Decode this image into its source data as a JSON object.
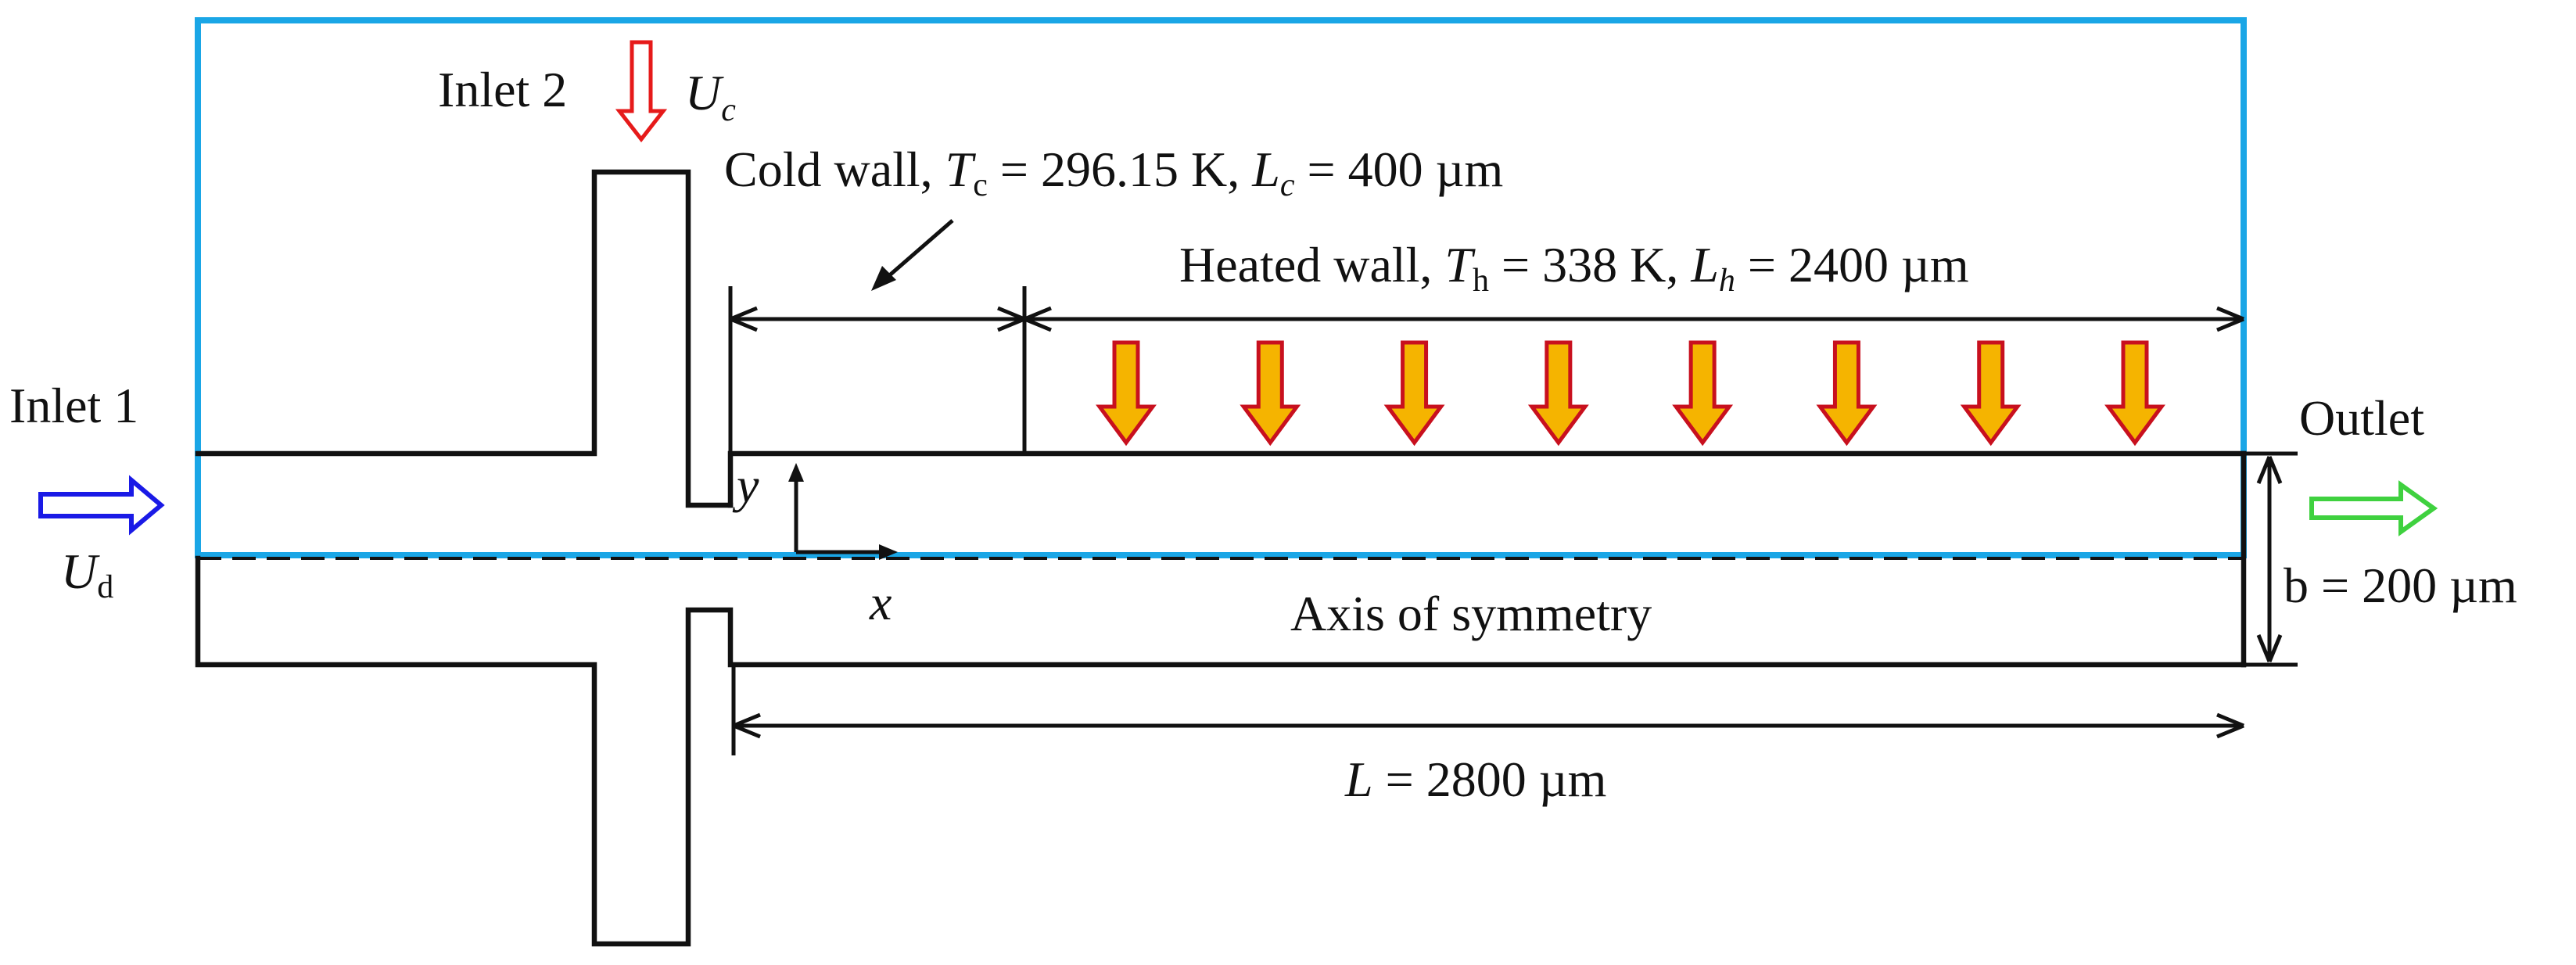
{
  "colors": {
    "domain_box": "#1aa6e6",
    "inlet1_arrow": "#1a1ae6",
    "inlet2_arrow": "#e61a1a",
    "outlet_arrow": "#3fd13f",
    "heat_arrow_fill": "#f5b400",
    "heat_arrow_stroke": "#c8101e",
    "lines": "#111111"
  },
  "labels": {
    "inlet1": "Inlet 1",
    "inlet1_velocity": {
      "main": "U",
      "sub": "d"
    },
    "inlet2": "Inlet 2",
    "inlet2_velocity": {
      "main": "U",
      "sub": "c"
    },
    "outlet": "Outlet",
    "cold_wall": {
      "prefix": "Cold wall, ",
      "T": "T",
      "T_sub": "c",
      "T_value": " = 296.15 K, ",
      "L": "L",
      "L_sub": "c",
      "L_value": " = 400 µm"
    },
    "heated_wall": {
      "prefix": "Heated wall, ",
      "T": "T",
      "T_sub": "h",
      "T_value": " = 338 K, ",
      "L": "L",
      "L_sub": "h",
      "L_value": " = 2400 µm"
    },
    "axis_of_symmetry": "Axis of symmetry",
    "width": "b = 200 µm",
    "length": {
      "L": "L",
      "value": " = 2800 µm"
    },
    "axis_x": "x",
    "axis_y": "y"
  },
  "heat_arrow_count": 8,
  "icons": {
    "inlet1_arrow": "hollow-right-arrow",
    "inlet2_arrow": "hollow-down-arrow",
    "outlet_arrow": "hollow-right-arrow",
    "heat_arrows": "filled-down-arrow"
  }
}
